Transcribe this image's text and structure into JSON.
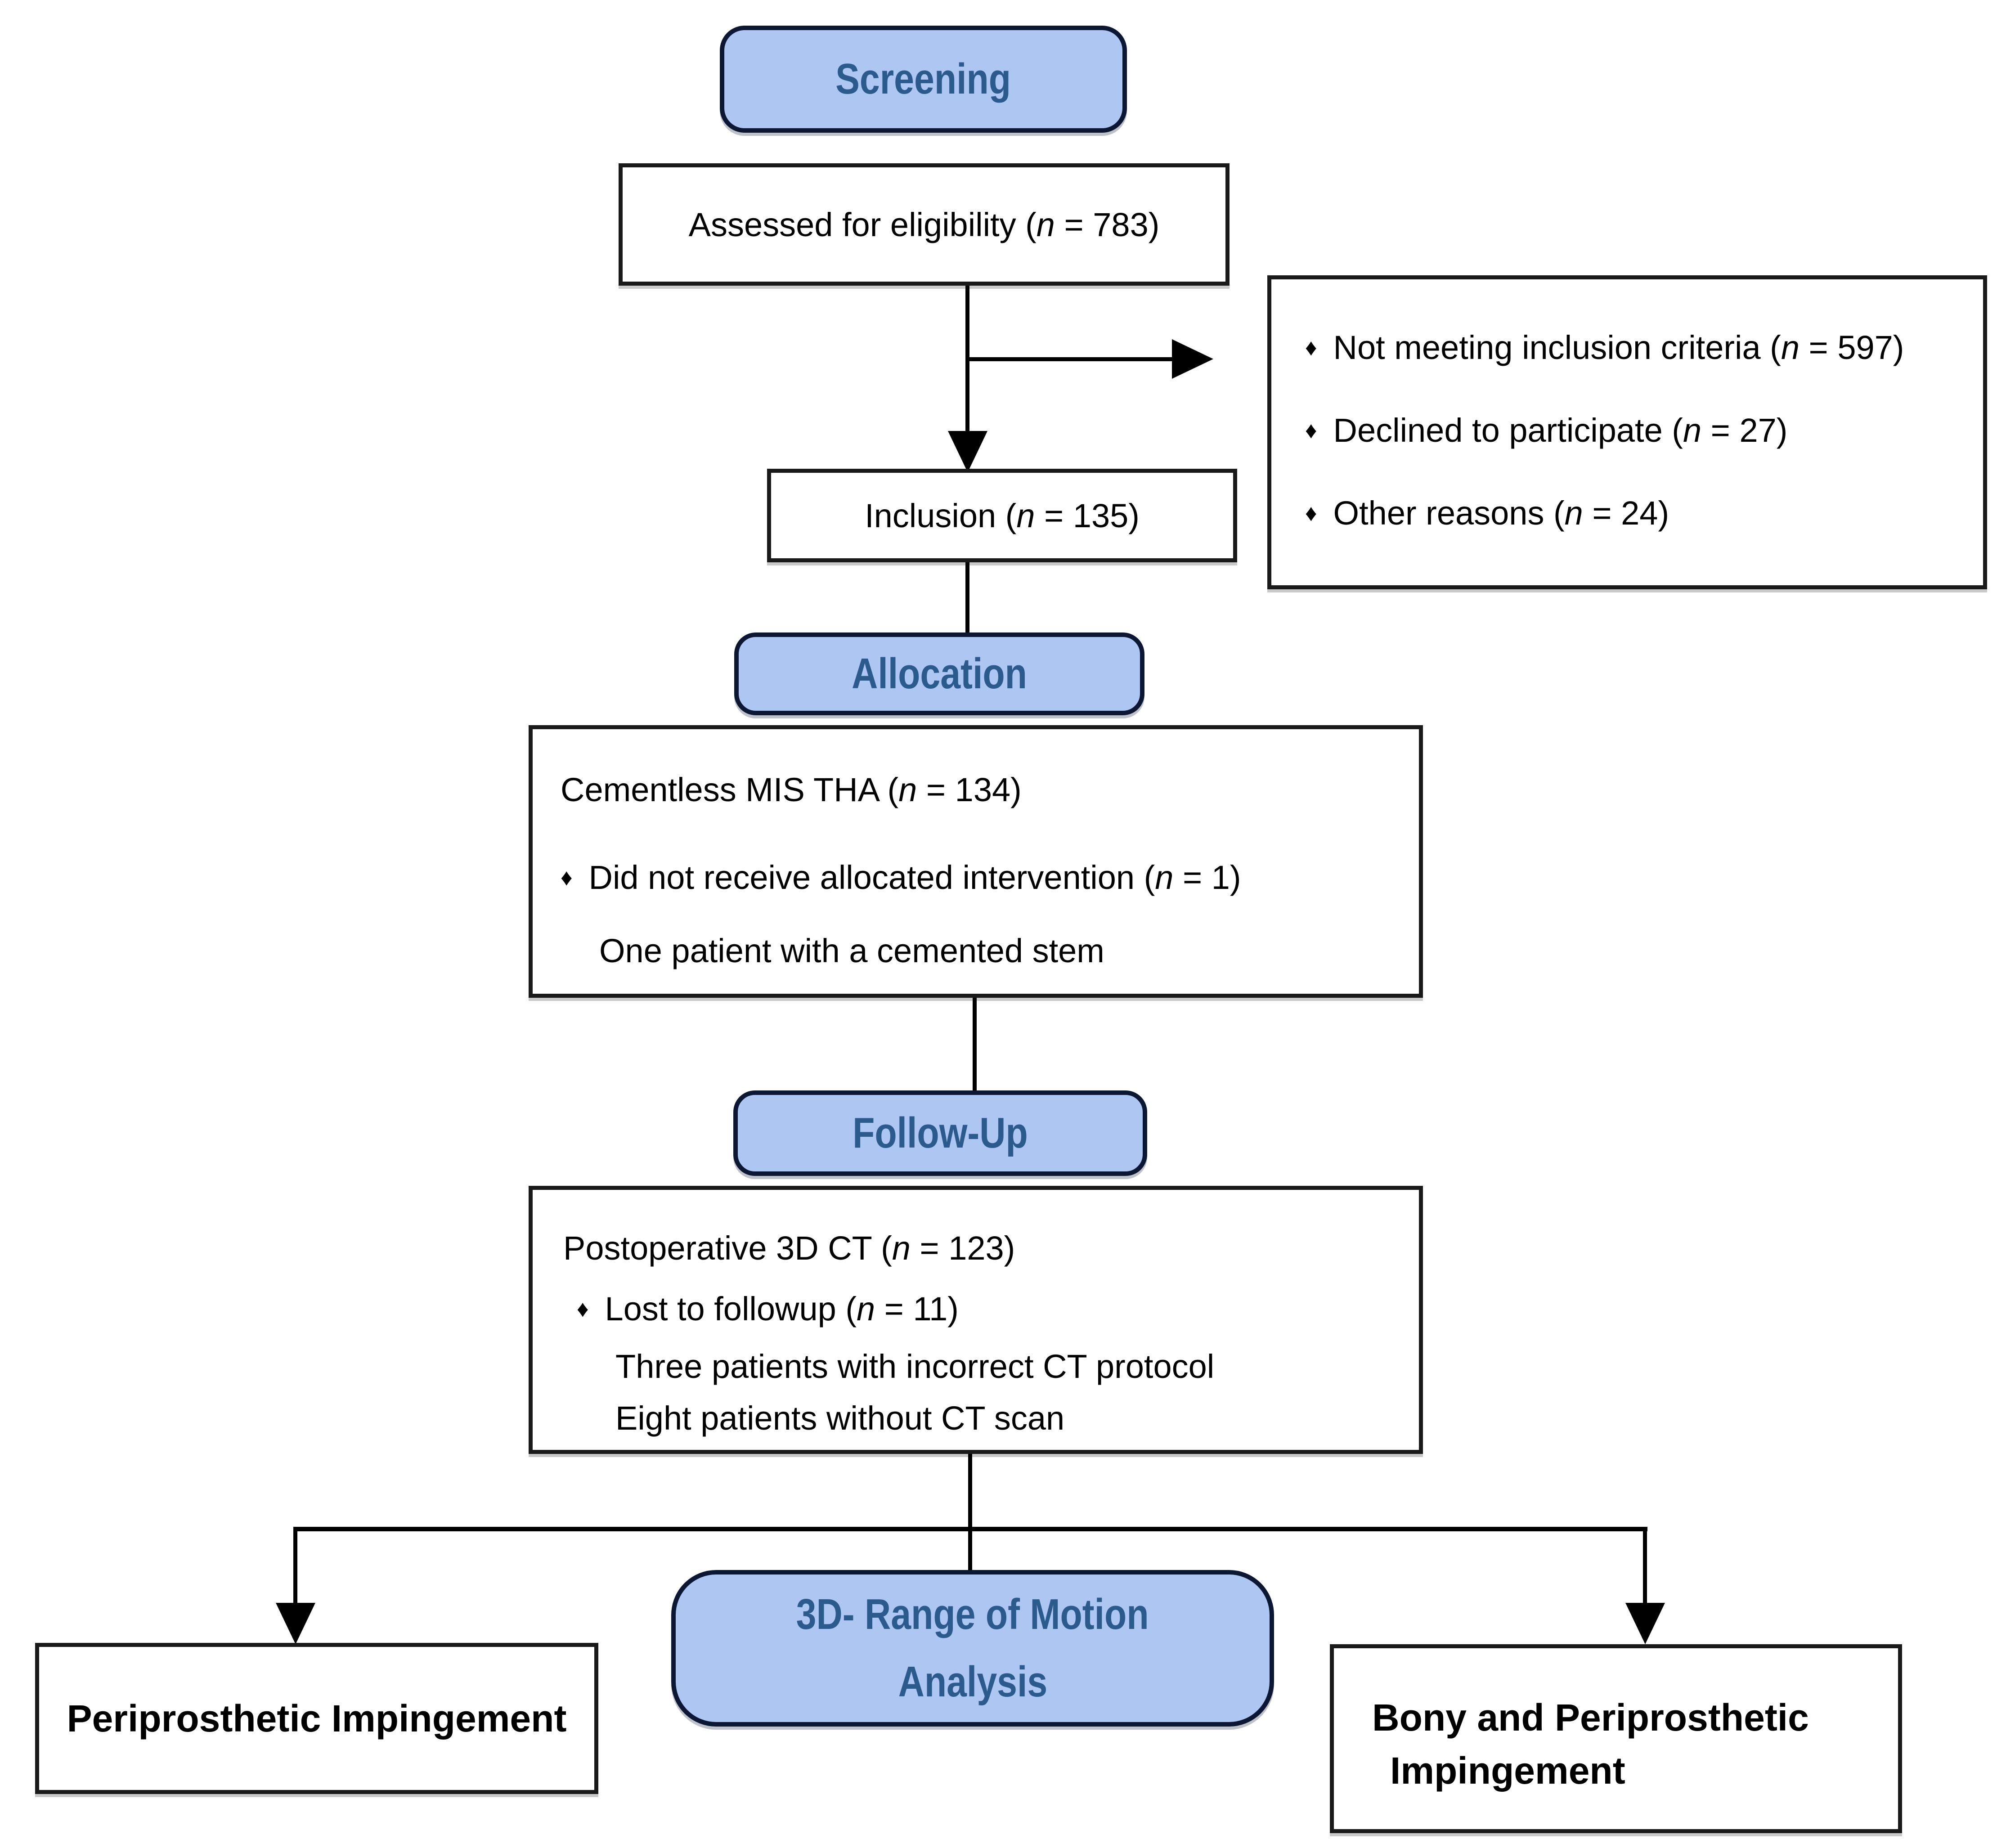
{
  "palette": {
    "stage_fill": "#aec6f2",
    "stage_border": "#0b1733",
    "stage_text": "#2b5a8c",
    "box_border": "#1a1a1a",
    "line_color": "#000000",
    "body_text": "#000000"
  },
  "stages": {
    "screening": {
      "label": "Screening"
    },
    "allocation": {
      "label": "Allocation"
    },
    "followup": {
      "label": "Follow-Up"
    },
    "rom": {
      "line1": "3D- Range of Motion",
      "line2": "Analysis"
    }
  },
  "boxes": {
    "assessed": {
      "pre": "Assessed for eligibility (",
      "n": "n",
      "post": " = 783)"
    },
    "excluded": {
      "bullet": "♦",
      "items": [
        {
          "pre": "Not meeting inclusion criteria (",
          "n": "n",
          "post": " = 597)"
        },
        {
          "pre": "Declined to participate (",
          "n": "n",
          "post": " = 27)"
        },
        {
          "pre": "Other reasons (",
          "n": "n",
          "post": " = 24)"
        }
      ]
    },
    "inclusion": {
      "pre": "Inclusion (",
      "n": "n",
      "post": " = 135)"
    },
    "allocation_detail": {
      "title": {
        "pre": "Cementless MIS THA (",
        "n": "n",
        "post": " = 134)"
      },
      "bullet": "♦",
      "bullet_line": {
        "pre": "Did not receive allocated intervention (",
        "n": "n",
        "post": " = 1)"
      },
      "note": "One patient with a cemented stem"
    },
    "followup_detail": {
      "title": {
        "pre": "Postoperative 3D CT (",
        "n": "n",
        "post": " = 123)"
      },
      "bullet": "♦",
      "bullet_line": {
        "pre": "Lost to followup (",
        "n": "n",
        "post": " = 11)"
      },
      "notes": [
        "Three patients with incorrect CT protocol",
        "Eight patients without CT scan"
      ]
    },
    "outcome_left": {
      "label": "Periprosthetic Impingement"
    },
    "outcome_right": {
      "line1": "Bony and Periprosthetic",
      "line2": "Impingement"
    }
  }
}
